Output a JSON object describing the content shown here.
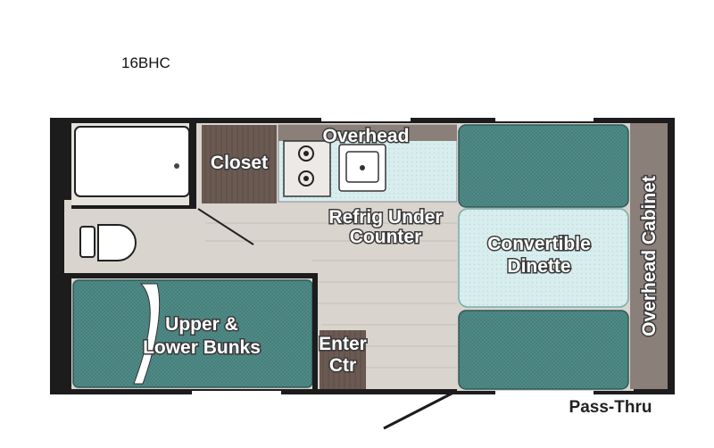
{
  "model_name": "16BHC",
  "labels": {
    "closet": "Closet",
    "overhead": "Overhead",
    "refrig_line1": "Refrig Under",
    "refrig_line2": "Counter",
    "dinette_line1": "Convertible",
    "dinette_line2": "Dinette",
    "overhead_cabinet": "Overhead Cabinet",
    "bunks_line1": "Upper &",
    "bunks_line2": "Lower Bunks",
    "enter_line1": "Enter",
    "enter_line2": "Ctr",
    "pass_thru": "Pass-Thru"
  },
  "colors": {
    "wall": "#1c1c1c",
    "floor": "#d9d4ce",
    "teal_cushion": "#4f8a86",
    "light_teal": "#d6ecec",
    "wood": "#6b5a52",
    "white_fixture": "#ffffff"
  }
}
